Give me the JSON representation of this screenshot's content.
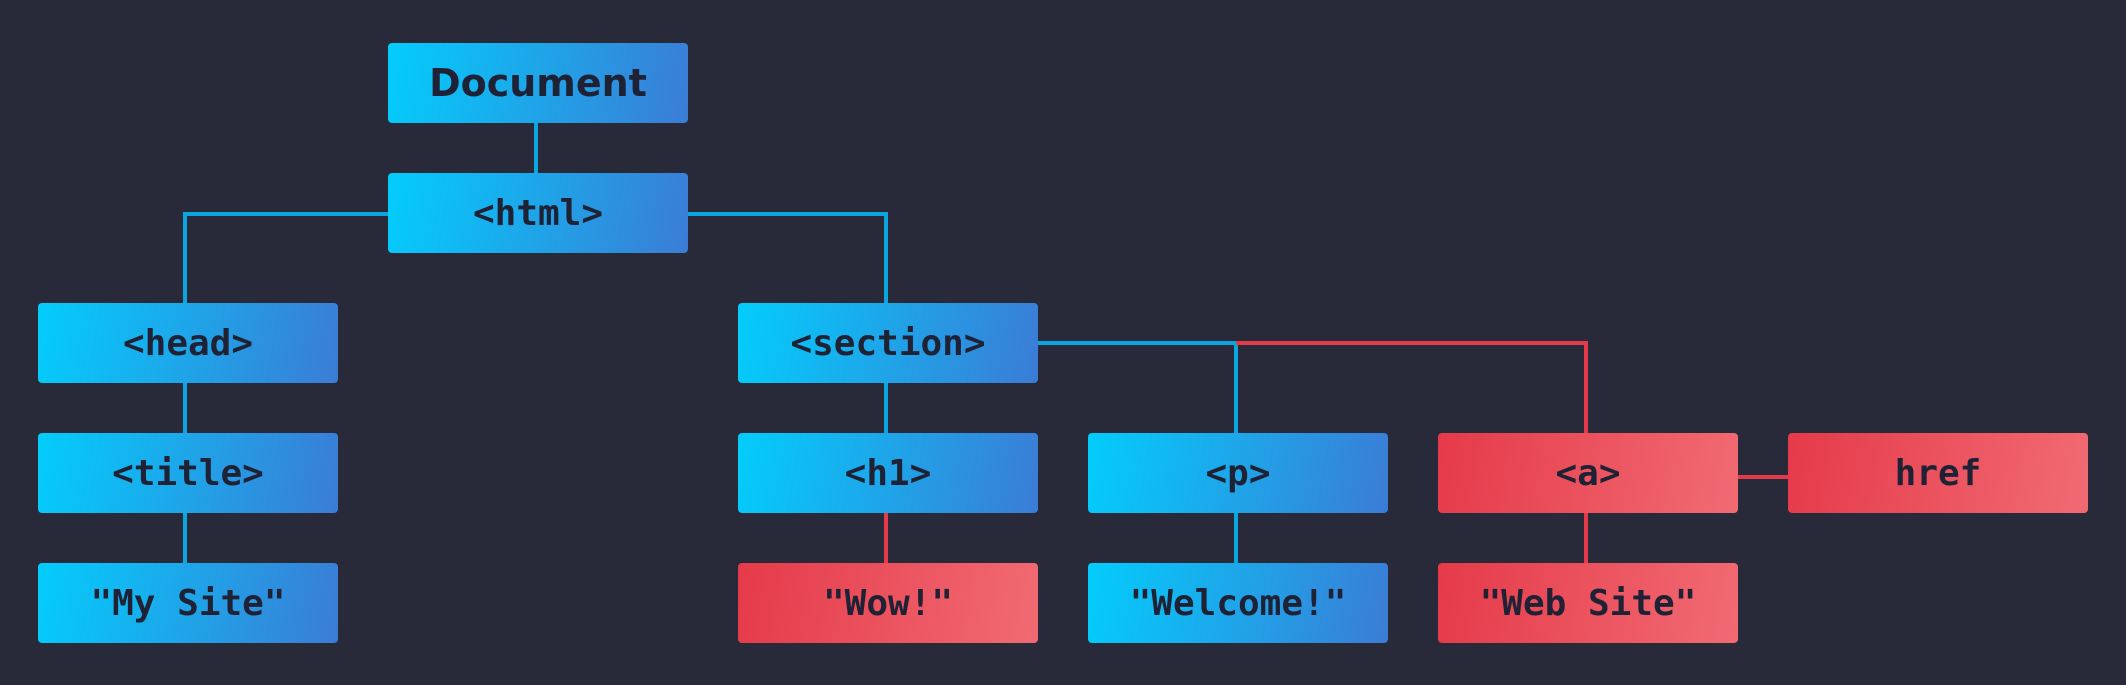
{
  "colors": {
    "background": "#282a3a",
    "blue_start": "#03cdfb",
    "blue_end": "#3b7cd6",
    "red_start": "#e53a4a",
    "red_end": "#f16b73",
    "blue_line": "#0aa6e0",
    "red_line": "#e53a4a",
    "text": "#1f2235"
  },
  "nodes": {
    "document": "Document",
    "html": "<html>",
    "head": "<head>",
    "title": "<title>",
    "title_text": "\"My Site\"",
    "section": "<section>",
    "h1": "<h1>",
    "h1_text": "\"Wow!\"",
    "p": "<p>",
    "p_text": "\"Welcome!\"",
    "a": "<a>",
    "a_text": "\"Web Site\"",
    "href": "href"
  }
}
